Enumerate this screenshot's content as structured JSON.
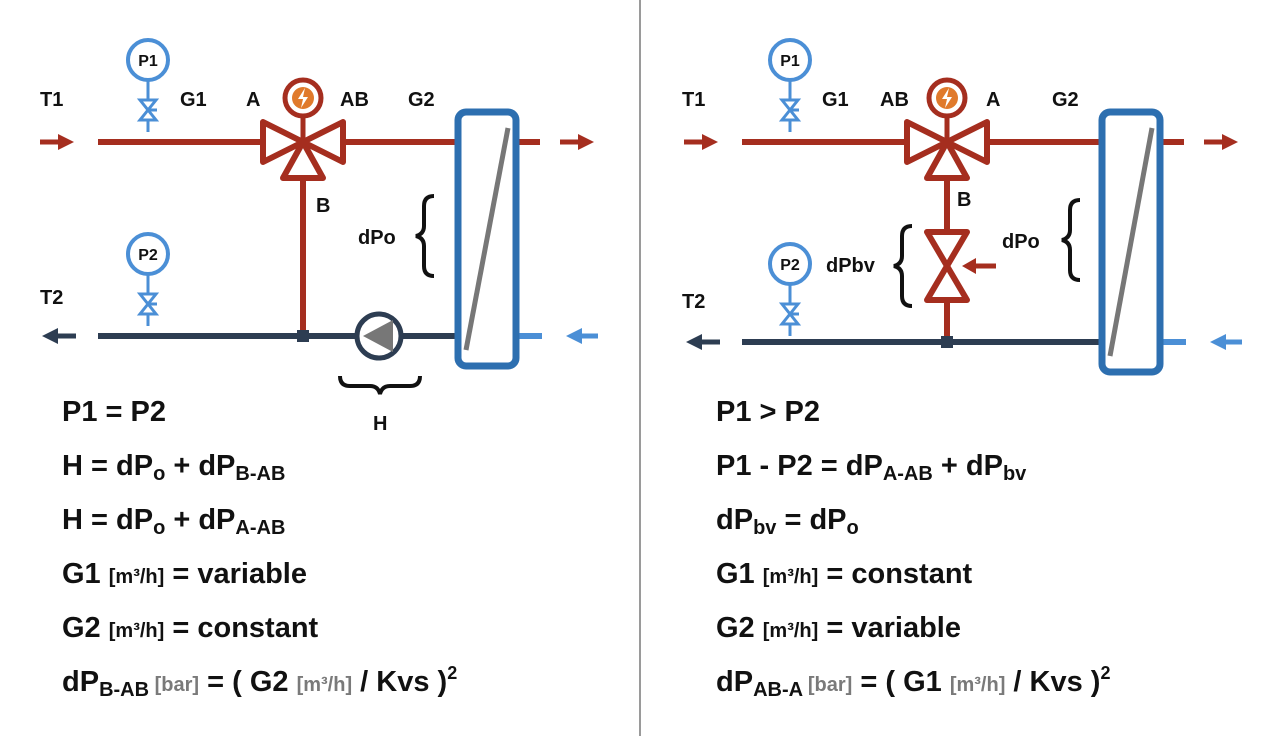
{
  "colors": {
    "hot": "#a52e1f",
    "cold": "#2d3d52",
    "gauge_blue": "#4b8fd6",
    "hx_blue": "#2d6fb0",
    "arrow_cold_in": "#4b8fd6",
    "divider": "#9a9a9a",
    "unit_gray": "#7a7a7a"
  },
  "left": {
    "labels": {
      "t1": "T1",
      "t2": "T2",
      "g1": "G1",
      "g2": "G2",
      "a": "A",
      "ab": "AB",
      "b": "B",
      "dpo": "dPo",
      "h": "H",
      "p1": "P1",
      "p2": "P2"
    },
    "equations": {
      "e1": "P1 = P2",
      "e2": {
        "lhs": "H = dP",
        "s1": "o",
        "mid": " + dP",
        "s2": "B-AB"
      },
      "e3": {
        "lhs": "H = dP",
        "s1": "o",
        "mid": " + dP",
        "s2": "A-AB"
      },
      "e4": {
        "pre": "G1 ",
        "unit": "[m³/h]",
        "post": " = variable"
      },
      "e5": {
        "pre": "G2 ",
        "unit": "[m³/h]",
        "post": " = constant"
      },
      "e6": {
        "pre": "dP",
        "sub": "B-AB",
        "unit1": " [bar]",
        "mid": " = ( G2 ",
        "unit2": "[m³/h]",
        "post": " / Kvs )",
        "sup": "2"
      }
    }
  },
  "right": {
    "labels": {
      "t1": "T1",
      "t2": "T2",
      "g1": "G1",
      "g2": "G2",
      "a": "A",
      "ab": "AB",
      "b": "B",
      "dpo": "dPo",
      "dpbv": "dPbv",
      "p1": "P1",
      "p2": "P2"
    },
    "equations": {
      "e1": "P1 > P2",
      "e2": {
        "lhs": "P1 - P2 = dP",
        "s1": "A-AB",
        "mid": " + dP",
        "s2": "bv"
      },
      "e3": {
        "lhs": "dP",
        "s1": "bv",
        "mid": " = dP",
        "s2": "o"
      },
      "e4": {
        "pre": "G1 ",
        "unit": "[m³/h]",
        "post": " = constant"
      },
      "e5": {
        "pre": "G2 ",
        "unit": "[m³/h]",
        "post": " = variable"
      },
      "e6": {
        "pre": "dP",
        "sub": "AB-A",
        "unit1": " [bar]",
        "mid": " = ( G1 ",
        "unit2": "[m³/h]",
        "post": " / Kvs )",
        "sup": "2"
      }
    }
  }
}
